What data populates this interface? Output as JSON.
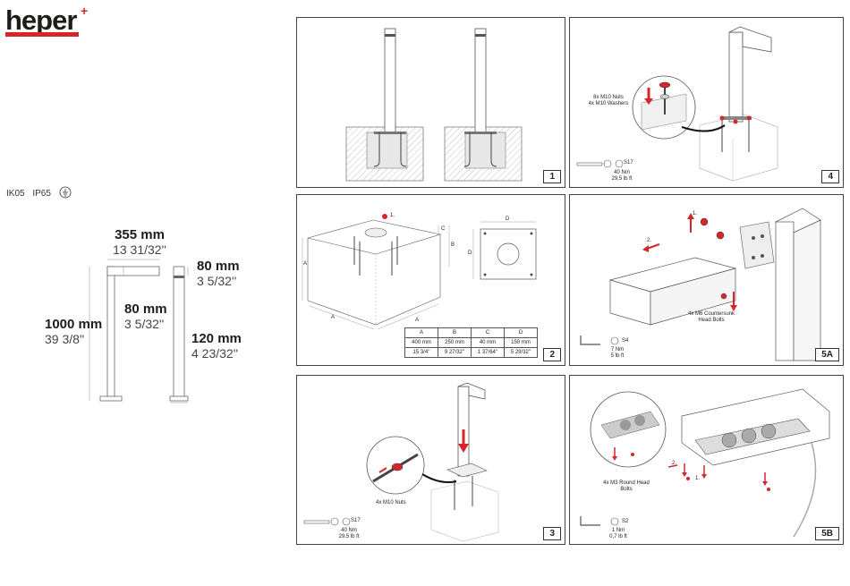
{
  "brand": {
    "name": "heper",
    "accent": "#d6262b"
  },
  "ratings": {
    "ik": "IK05",
    "ip": "IP65"
  },
  "dimensions": {
    "width_mm": "355 mm",
    "width_in": "13 31/32''",
    "height_mm": "1000 mm",
    "height_in": "39 3/8''",
    "arm_mm": "80 mm",
    "arm_in": "3 5/32''",
    "head_mm": "80 mm",
    "head_in": "3 5/32''",
    "base_mm": "120 mm",
    "base_in": "4 23/32''"
  },
  "panels": {
    "p1": {
      "number": "1"
    },
    "p2": {
      "number": "2",
      "letters": {
        "a": "A",
        "b": "B",
        "c": "C",
        "d": "D"
      },
      "step": "1.",
      "table": {
        "headers": [
          "A",
          "B",
          "C",
          "D"
        ],
        "mm": [
          "400 mm",
          "250 mm",
          "40 mm",
          "150 mm"
        ],
        "in": [
          "15 3/4''",
          "9 27/32''",
          "1 37/64''",
          "5 29/32''"
        ]
      }
    },
    "p3": {
      "number": "3",
      "note": "4x M10 Nuts",
      "tool": "S17",
      "torque_nm": "40 Nm",
      "torque_lb": "29,5 lb ft"
    },
    "p4": {
      "number": "4",
      "note1": "8x M10 Nuts",
      "note2": "4x M10 Washers",
      "tool": "S17",
      "torque_nm": "40 Nm",
      "torque_lb": "29,5 lb ft"
    },
    "p5a": {
      "number": "5A",
      "step1": "1.",
      "step2": "2.",
      "note1": "4x M6 Countersunk",
      "note2": "Head Bolts",
      "tool": "S4",
      "torque_nm": "7 Nm",
      "torque_lb": "5 lb ft"
    },
    "p5b": {
      "number": "5B",
      "step1": "1.",
      "step2": "2.",
      "note1": "4x M3 Round Head",
      "note2": "Bolts",
      "tool": "S2",
      "torque_nm": "1 Nm",
      "torque_lb": "0,7 lb ft"
    }
  }
}
